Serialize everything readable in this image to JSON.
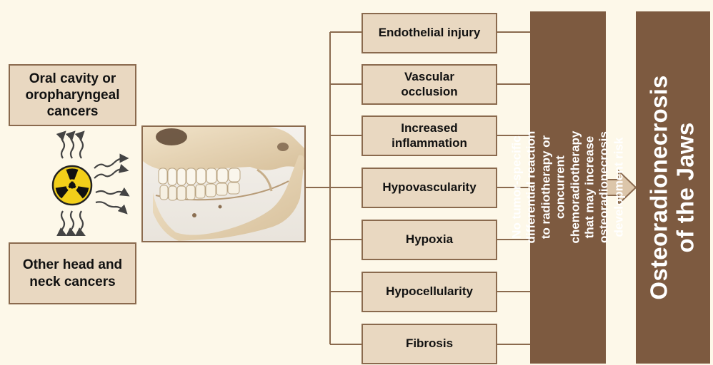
{
  "causes": {
    "top": "Oral cavity or oropharyngeal cancers",
    "bottom": "Other head and neck cancers"
  },
  "icons": {
    "radiation": "radiation-trefoil-icon",
    "rays": "wavy-ray-arrows",
    "image": "jaw-skull-illustration"
  },
  "mechanisms": [
    "Endothelial injury",
    "Vascular occlusion",
    "Increased inflammation",
    "Hypovascularity",
    "Hypoxia",
    "Hypocellularity",
    "Fibrosis"
  ],
  "note": "No tumor-specific differential reaction to radiotherapy or concurrent chemoradiotherapy that may increase osteoradionecrosis development risk",
  "outcome": "Osteoradionecrosis of the Jaws",
  "colors": {
    "box_fill": "#e9d8c1",
    "box_border": "#8a6a4e",
    "dark_panel": "#7d5a40",
    "background": "#fdf8e9",
    "radiation_yellow": "#f2cf1a"
  }
}
